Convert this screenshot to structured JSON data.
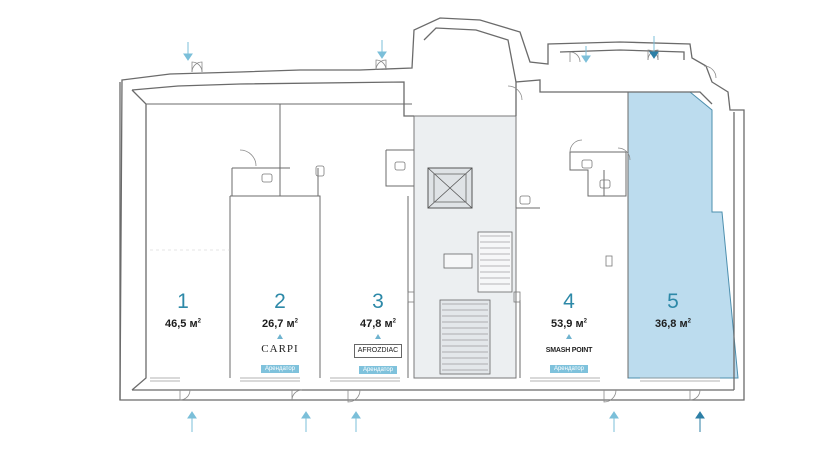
{
  "units": [
    {
      "number": "1",
      "area": "46,5 м",
      "sup": "2"
    },
    {
      "number": "2",
      "area": "26,7 м",
      "sup": "2",
      "tenant": "CARPI",
      "badge": "Арендатор"
    },
    {
      "number": "3",
      "area": "47,8 м",
      "sup": "2",
      "tenant": "AFROZDIAC",
      "badge": "Арендатор"
    },
    {
      "number": "4",
      "area": "53,9 м",
      "sup": "2",
      "tenant": "SMASH POINT",
      "badge": "Арендатор"
    },
    {
      "number": "5",
      "area": "36,8 м",
      "sup": "2"
    }
  ],
  "colors": {
    "highlight": "#bcdcee",
    "accent": "#2d89a8",
    "wall": "#6b6b6b",
    "core": "#e9ecee",
    "arrow": "#7bbfd9"
  }
}
